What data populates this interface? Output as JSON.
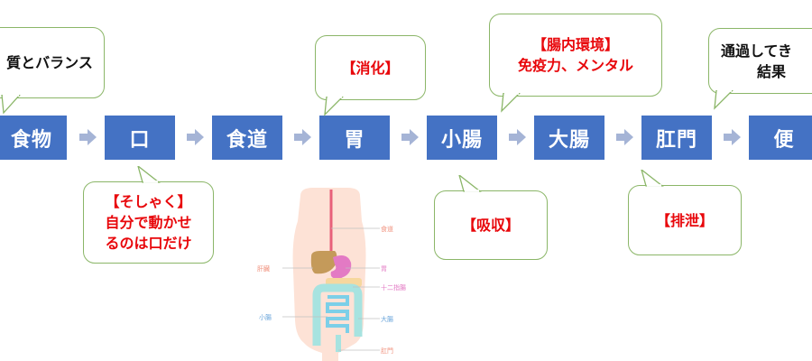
{
  "steps": [
    "食物",
    "口",
    "食道",
    "胃",
    "小腸",
    "大腸",
    "肛門",
    "便"
  ],
  "callouts": {
    "top_left": [
      "質とバランス"
    ],
    "stomach": [
      "【消化】"
    ],
    "large_intestine": [
      "【腸内環境】",
      "免疫力、メンタル"
    ],
    "result": [
      "通過してき",
      "結果"
    ],
    "mouth": [
      "【そしゃく】",
      "自分で動かせ",
      "るのは口だけ"
    ],
    "small_intestine": [
      "【吸収】"
    ],
    "anus": [
      "【排泄】"
    ]
  },
  "figure_labels": {
    "esophagus": "食道",
    "liver": "肝臓",
    "stomach": "胃",
    "duodenum": "十二指腸",
    "small_intestine": "小腸",
    "large_intestine": "大腸",
    "anus": "肛門"
  },
  "colors": {
    "step_fill": "#4472c4",
    "arrow": "#a5b4d6",
    "callout_border": "#8bb668",
    "callout_red_text": "#e8070b",
    "label_color": "#f0907c",
    "blue_label_color": "#6fa8dc"
  }
}
